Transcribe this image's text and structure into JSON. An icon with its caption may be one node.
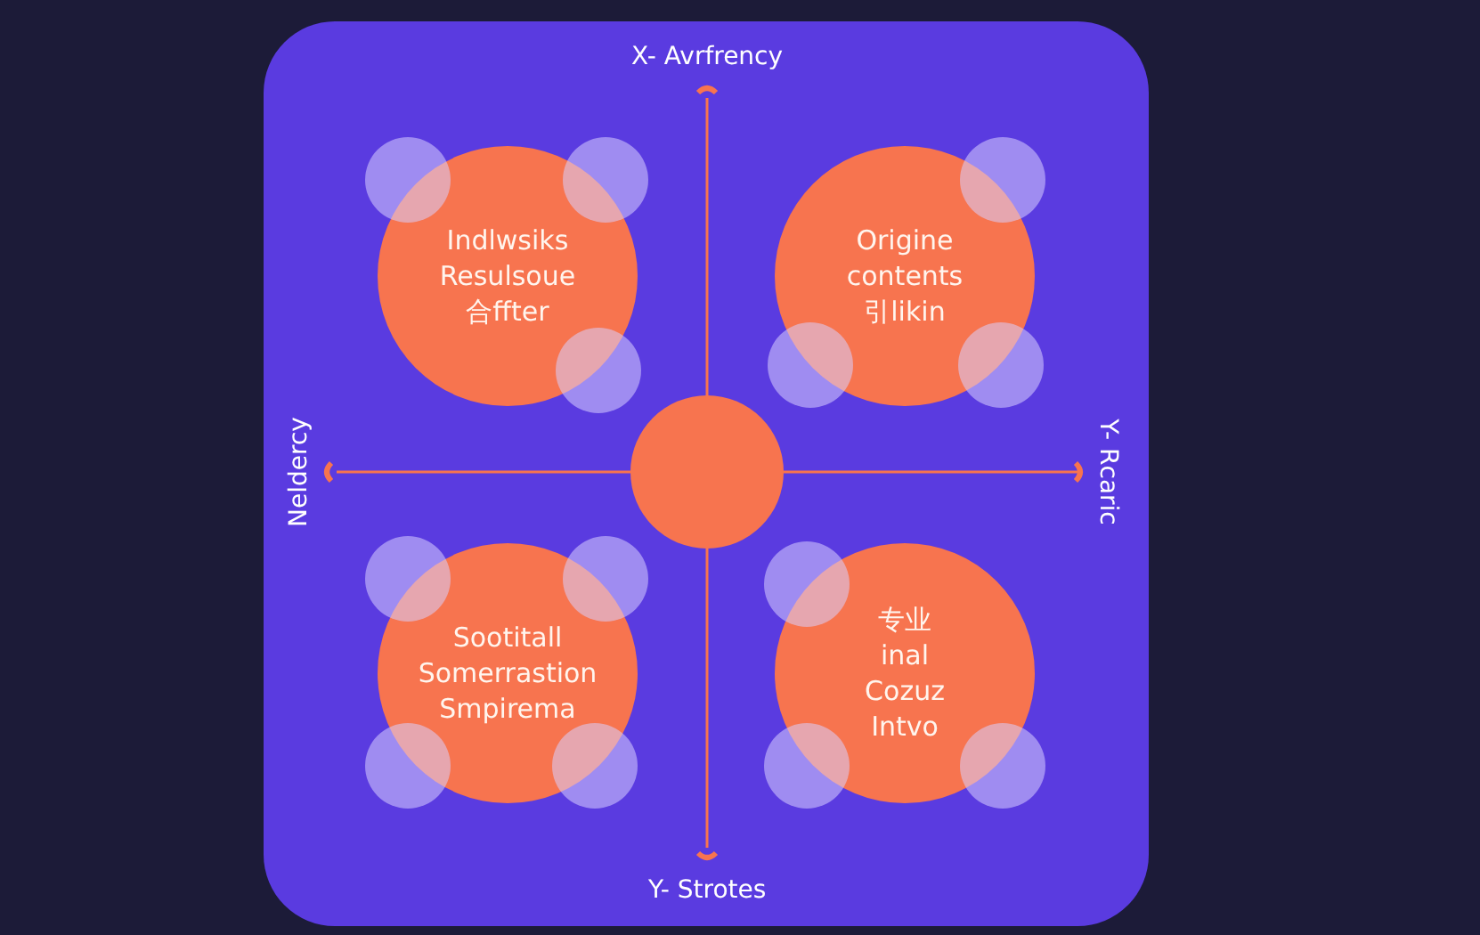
{
  "diagram": {
    "nodes": [
      {
        "text": [
          "Indlwsiks Resulsoue 合ffter"
        ]
      },
      {
        "text": [
          "Origine contents 引likin"
        ]
      },
      {
        "text": [],
        "shape": "circle"
      },
      {
        "text": [
          "Sootitall Somerrastion Smpirema"
        ]
      },
      {
        "text": [
          "专业inal Cozuz Intvo"
        ]
      }
    ],
    "edges": [],
    "labels": [
      "X- Avrfrency",
      "Neldercy",
      "Y- Rcaric",
      "Y- Strotes"
    ]
  }
}
